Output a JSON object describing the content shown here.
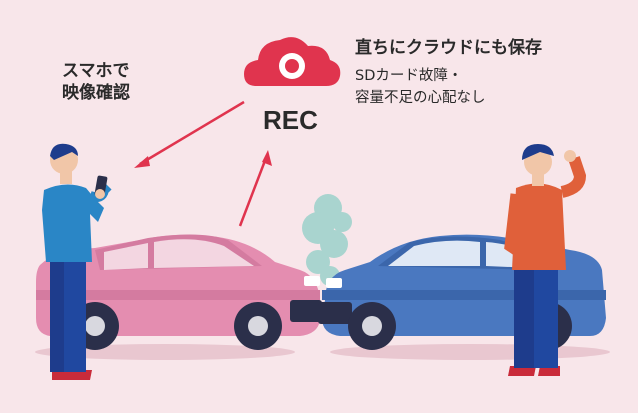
{
  "phone_label": {
    "line1": "スマホで",
    "line2": "映像確認"
  },
  "rec_label": "REC",
  "cloud_label": {
    "heading": "直ちにクラウドにも保存",
    "line1": "SDカード故障・",
    "line2": "容量不足の心配なし"
  },
  "colors": {
    "background": "#f8e6ea",
    "accent_red": "#e0344e",
    "pink_car": "#e48db0",
    "blue_car": "#4a78c0",
    "smoke": "#a9d4cf"
  },
  "icons": [
    "cloud-record-icon",
    "arrow-to-phone-icon",
    "arrow-to-cloud-icon"
  ]
}
